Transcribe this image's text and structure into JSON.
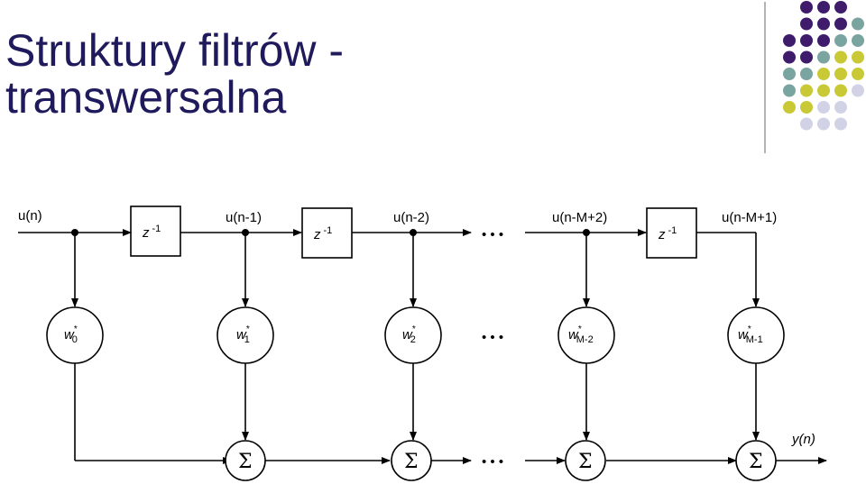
{
  "slide": {
    "title_line1": "Struktury filtrów -",
    "title_line2": "transwersalna"
  },
  "colors": {
    "title": "#1f1a5c",
    "dot_purple": "#3e1c6b",
    "dot_teal": "#7aa4a0",
    "dot_yellow": "#c9c936",
    "dot_lavender": "#d2d2e6",
    "divider_line": "#9a9a9a"
  },
  "diagram": {
    "input_label": "u(n)",
    "output_label": "y(n)",
    "delay_label_base": "z",
    "delay_label_exp": "-1",
    "ellipsis": "• • •",
    "tap_labels": [
      "u(n-1)",
      "u(n-2)",
      "u(n-M+2)",
      "u(n-M+1)"
    ],
    "weights": [
      {
        "base": "w",
        "sub": "0",
        "sup": "*"
      },
      {
        "base": "w",
        "sub": "1",
        "sup": "*"
      },
      {
        "base": "w",
        "sub": "2",
        "sup": "*"
      },
      {
        "base": "w",
        "sub": "M-2",
        "sup": "*"
      },
      {
        "base": "w",
        "sub": "M-1",
        "sup": "*"
      }
    ],
    "sum_symbol": "Σ"
  }
}
